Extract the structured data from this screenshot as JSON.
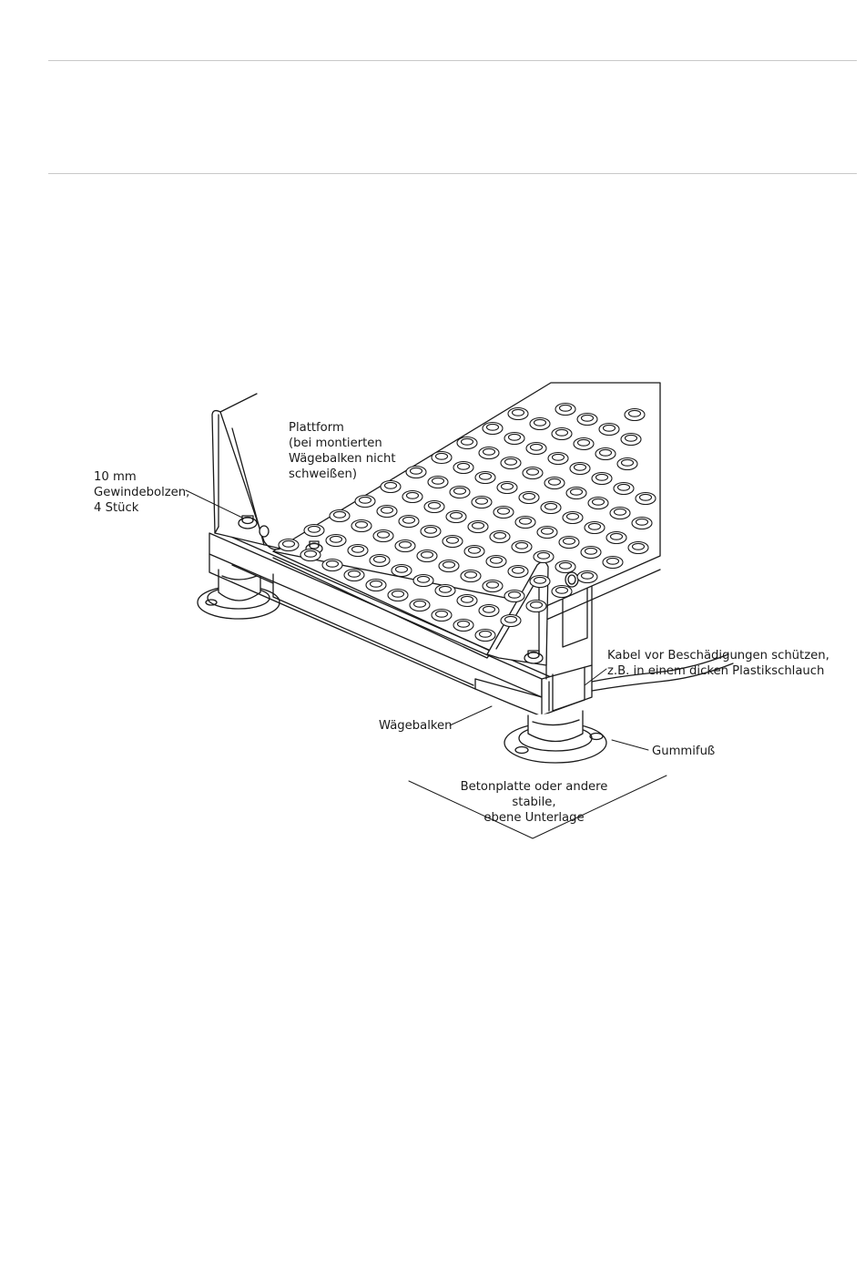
{
  "colors": {
    "line": "#1a1a1a",
    "rule": "#c8c8c8",
    "background": "#ffffff"
  },
  "labels": {
    "bolts": "10 mm\nGewindebolzen,\n4 Stück",
    "platform": "Plattform\n(bei montierten\nWägebalken nicht\nschweißen)",
    "cable": "Kabel vor Beschädigungen schützen,\nz.B. in einem dicken Plastikschlauch",
    "beam": "Wägebalken",
    "foot": "Gummifuß",
    "base": "Betonplatte oder andere stabile,\nebene Unterlage"
  }
}
